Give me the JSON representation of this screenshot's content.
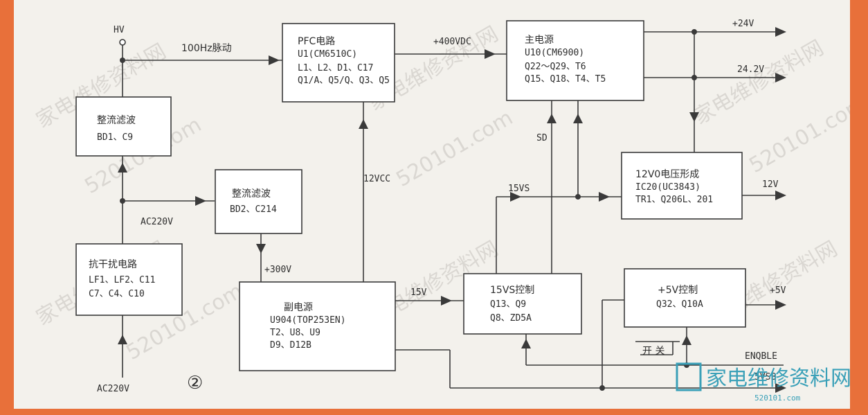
{
  "figure_number": "②",
  "blocks": {
    "rect1": {
      "title": "整流滤波",
      "lines": [
        "BD1、C9"
      ]
    },
    "rect2": {
      "title": "整流滤波",
      "lines": [
        "BD2、C214"
      ]
    },
    "emi": {
      "title": "抗干扰电路",
      "lines": [
        "LF1、LF2、C11",
        "C7、C4、C10"
      ]
    },
    "pfc": {
      "title": "PFC电路",
      "lines": [
        "U1(CM6510C)",
        "L1、L2、D1、C17",
        "Q1/A、Q5/Q、Q3、Q5"
      ]
    },
    "main": {
      "title": "主电源",
      "lines": [
        "U10(CM6900)",
        "Q22～Q29、T6",
        "Q15、Q18、T4、T5"
      ]
    },
    "v12": {
      "title": "12V0电压形成",
      "lines": [
        "IC20(UC3843)",
        "TR1、Q206L、201"
      ]
    },
    "aux": {
      "title": "副电源",
      "lines": [
        "U904(TOP253EN)",
        "T2、U8、U9",
        "D9、D12B"
      ]
    },
    "ctl15": {
      "title": "15VS控制",
      "lines": [
        "Q13、Q9",
        "Q8、ZD5A"
      ]
    },
    "ctl5": {
      "title": "+5V控制",
      "lines": [
        "Q32、Q10A"
      ]
    }
  },
  "labels": {
    "hv": "HV",
    "pulse": "100Hz脉动",
    "v400": "+400VDC",
    "v24": "+24V",
    "v242": "24.2V",
    "sd": "SD",
    "vcc12": "12VCC",
    "vs15": "15VS",
    "v12out": "12V",
    "ac220_mid": "AC220V",
    "ac220_in": "AC220V",
    "v300": "+300V",
    "v15": "15V",
    "v5": "+5V",
    "switch": "开 关",
    "enable": "ENQBLE",
    "vsb": "5VSB"
  },
  "watermark": {
    "site_cn": "家电维修资料网",
    "site_url": "520101.com",
    "logo_cn": "家电维修资料网",
    "logo_url": "520101.com"
  }
}
